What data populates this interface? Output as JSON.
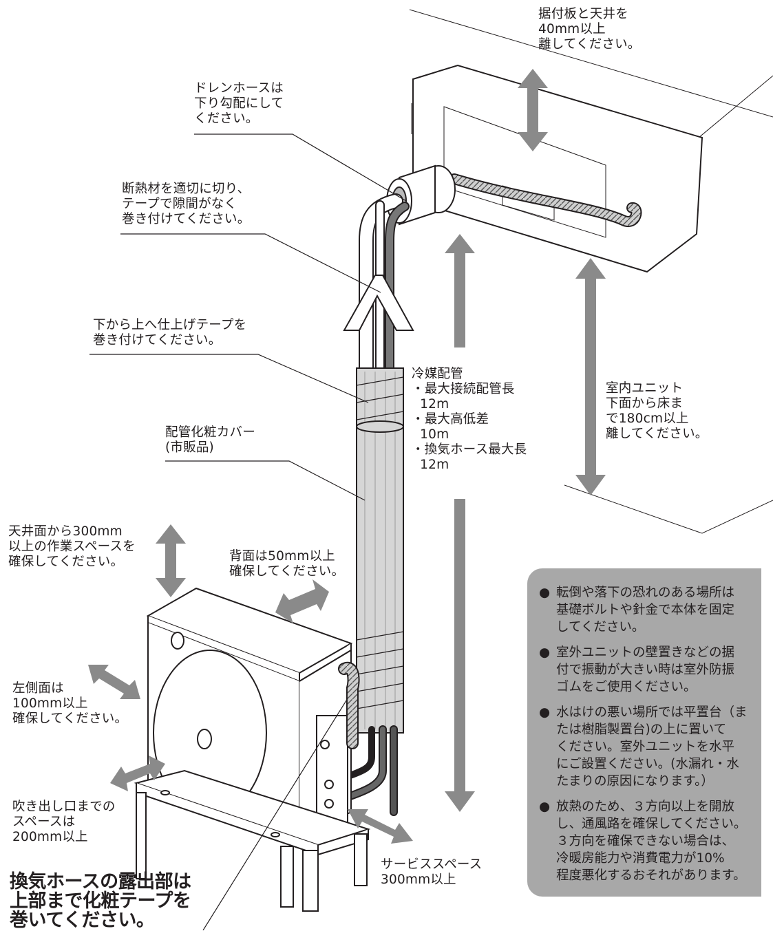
{
  "labels": {
    "ceiling_gap": "据付板と天井を\n40mm以上\n離してください。",
    "drain_hose": "ドレンホースは\n下り勾配にして\nください。",
    "insulation": "断熱材を適切に切り、\nテープで隙間がなく\n巻き付けてください。",
    "finish_tape": "下から上へ仕上げテープを\n巻き付けてください。",
    "pipe_cover": "配管化粧カバー\n(市販品)",
    "refrigerant_pipe": "冷媒配管\n・最大接続配管長\n  12m\n・最大高低差\n  10m\n・換気ホース最大長\n  12m",
    "floor_gap": "室内ユニット\n下面から床ま\nで180cm以上\n離してください。",
    "top_space": "天井面から300mm\n以上の作業スペースを\n確保してください。",
    "back_space": "背面は50mm以上\n確保してください。",
    "left_space": "左側面は\n100mm以上\n確保してください。",
    "front_space": "吹き出し口までの\nスペースは\n200mm以上",
    "service_space": "サービススペース\n300mm以上",
    "warning": "換気ホースの露出部は\n上部まで化粧テープを\n巻いてください。"
  },
  "notes": {
    "bullet": "●",
    "items": [
      "転倒や落下の恐れのある場所は\n基礎ボルトや針金で本体を固定\nしてください。",
      "室外ユニットの壁置きなどの据\n付で振動が大きい時は室外防振\nゴムをご使用ください。",
      "水はけの悪い場所では平置台（ま\nたは樹脂製置台)の上に置いて\nください。室外ユニットを水平\nにご設置ください。(水漏れ・水\nたまりの原因になります。）",
      "放熱のため、３方向以上を開放\nし、通風路を確保してください。\n３方向を確保できない場合は、\n冷暖房能力や消費電力が10%\n程度悪化するおそれがあります。"
    ]
  },
  "colors": {
    "arrow": "#8a8a8a",
    "note_bg": "#a8a8a8",
    "line": "#231f20"
  }
}
